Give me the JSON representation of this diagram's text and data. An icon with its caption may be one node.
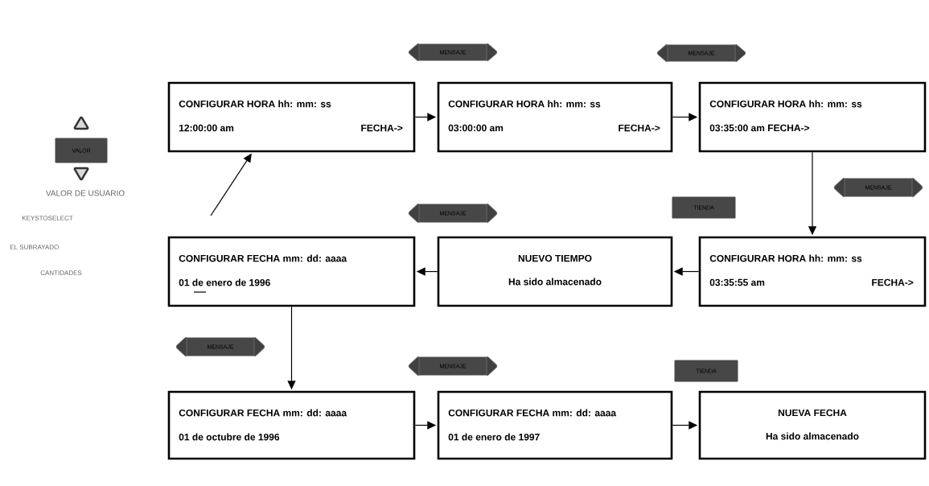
{
  "diagram": {
    "nodes": [
      {
        "text": [
          "CONFIGURAR HORA hh: mm: ss",
          "12:00:00 am",
          "FECHA->"
        ]
      },
      {
        "text": [
          "CONFIGURAR HORA hh: mm: ss",
          "03:00:00 am",
          "FECHA->"
        ]
      },
      {
        "text": [
          "CONFIGURAR HORA hh: mm: ss",
          "03:35:00 am FECHA->"
        ]
      },
      {
        "text": [
          "CONFIGURAR HORA hh: mm: ss",
          "03:35:55 am",
          "FECHA->"
        ]
      },
      {
        "text": [
          "NUEVO TIEMPO",
          "Ha sido almacenado"
        ]
      },
      {
        "text": [
          "CONFIGURAR FECHA mm: dd: aaaa",
          "01 de enero de 1996"
        ]
      },
      {
        "text": [
          "CONFIGURAR FECHA mm: dd: aaaa",
          "01 de octubre de 1996"
        ]
      },
      {
        "text": [
          "CONFIGURAR FECHA mm: dd: aaaa",
          "01 de enero de 1997"
        ]
      },
      {
        "text": [
          "NUEVA FECHA",
          "Ha sido almacenado"
        ]
      },
      {
        "text": [
          "VALOR"
        ]
      },
      {
        "text": [
          "MENSAJE"
        ]
      },
      {
        "text": [
          "MENSAJE"
        ]
      },
      {
        "text": [
          "MENSAJE"
        ]
      },
      {
        "text": [
          "TIENDA"
        ]
      },
      {
        "text": [
          "MENSAJE"
        ]
      },
      {
        "text": [
          "MENSAJE"
        ]
      },
      {
        "text": [
          "MENSAJE"
        ]
      },
      {
        "text": [
          "TIENDA"
        ]
      }
    ],
    "edges": [
      {
        "from": 0,
        "to": 1,
        "arrow": "to"
      },
      {
        "from": 1,
        "to": 2,
        "arrow": "to"
      },
      {
        "from": 2,
        "to": 3,
        "arrow": "to"
      },
      {
        "from": 3,
        "to": 4,
        "arrow": "to"
      },
      {
        "from": 4,
        "to": 5,
        "arrow": "to"
      },
      {
        "from": 5,
        "to": 6,
        "arrow": "to"
      },
      {
        "from": 6,
        "to": 7,
        "arrow": "to"
      },
      {
        "from": 7,
        "to": 8,
        "arrow": "to"
      },
      {
        "from": null,
        "to": 0,
        "arrow": "to"
      }
    ],
    "labels": [
      "VALOR DE USUARIO",
      "KEYSTOSELECT",
      "EL SUBRAYADO",
      "CANTIDADES"
    ]
  }
}
